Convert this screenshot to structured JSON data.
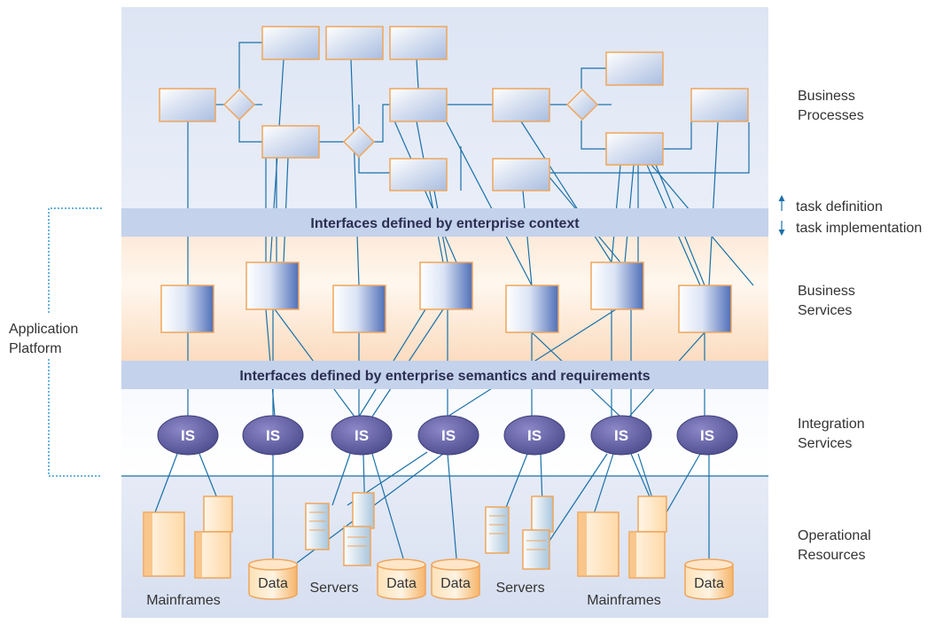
{
  "layers": {
    "business_processes": "Business Processes",
    "business_services": "Business Services",
    "integration_services": "Integration Services",
    "operational_resources": "Operational Resources"
  },
  "bands": {
    "enterprise_context": "Interfaces defined by enterprise context",
    "enterprise_semantics": "Interfaces defined by enterprise semantics and requirements"
  },
  "task_labels": {
    "definition": "task definition",
    "implementation": "task implementation"
  },
  "application_platform": "Application Platform",
  "integration_service_label": "IS",
  "resources": {
    "mainframes": "Mainframes",
    "servers": "Servers",
    "data": "Data"
  },
  "colors": {
    "connector": "#1a70a8",
    "box_border": "#f0a55a",
    "band": "#c4d2ec",
    "is_node": "#5a5a9c"
  }
}
